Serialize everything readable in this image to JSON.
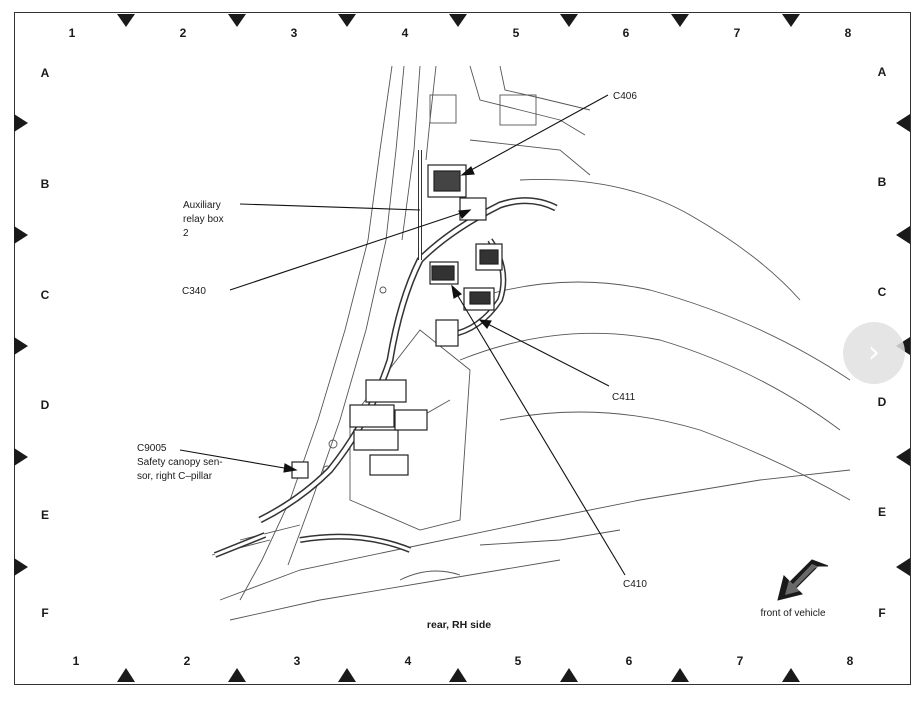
{
  "grid": {
    "columns": [
      "1",
      "2",
      "3",
      "4",
      "5",
      "6",
      "7",
      "8"
    ],
    "rows": [
      "A",
      "B",
      "C",
      "D",
      "E",
      "F"
    ]
  },
  "callouts": {
    "c406": "C406",
    "aux_line1": "Auxiliary",
    "aux_line2": "relay box",
    "aux_line3": "2",
    "c340": "C340",
    "c411": "C411",
    "c9005": "C9005",
    "c9005_line2": "Safety canopy sen-",
    "c9005_line3": "sor, right C–pillar",
    "c410": "C410"
  },
  "caption": "rear, RH side",
  "orientation_label": "front of vehicle",
  "next_button": {
    "icon": "chevron-right-icon",
    "glyph": "›"
  }
}
